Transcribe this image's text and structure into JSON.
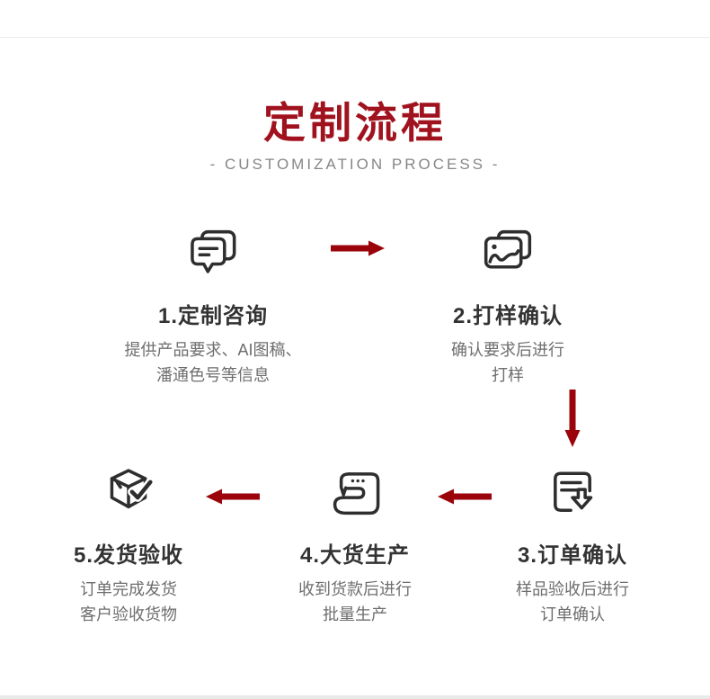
{
  "header": {
    "title": "定制流程",
    "subtitle": "-  CUSTOMIZATION PROCESS  -"
  },
  "steps": [
    {
      "icon": "chat-bubbles-icon",
      "title": "1.定制咨询",
      "desc_lines": [
        "提供产品要求、AI图稿、",
        "潘通色号等信息"
      ]
    },
    {
      "icon": "sample-image-icon",
      "title": "2.打样确认",
      "desc_lines": [
        "确认要求后进行",
        "打样"
      ]
    },
    {
      "icon": "order-document-icon",
      "title": "3.订单确认",
      "desc_lines": [
        "样品验收后进行",
        "订单确认"
      ]
    },
    {
      "icon": "sewing-machine-icon",
      "title": "4.大货生产",
      "desc_lines": [
        "收到货款后进行",
        "批量生产"
      ]
    },
    {
      "icon": "package-check-icon",
      "title": "5.发货验收",
      "desc_lines": [
        "订单完成发货",
        "客户验收货物"
      ]
    }
  ],
  "flow": {
    "arrows": [
      {
        "direction": "right",
        "from": "step-1",
        "to": "step-2"
      },
      {
        "direction": "down",
        "from": "step-2",
        "to": "step-3"
      },
      {
        "direction": "left",
        "from": "step-3",
        "to": "step-4"
      },
      {
        "direction": "left",
        "from": "step-4",
        "to": "step-5"
      }
    ]
  },
  "colors": {
    "title_red": "#a0121e",
    "arrow_red": "#9a040a",
    "icon_dark": "#2e2e2e",
    "step_title": "#333333",
    "desc_gray": "#6e6e6e",
    "subtitle_gray": "#868686",
    "divider": "#ececec",
    "bottom_bar": "#e9e9e9"
  }
}
